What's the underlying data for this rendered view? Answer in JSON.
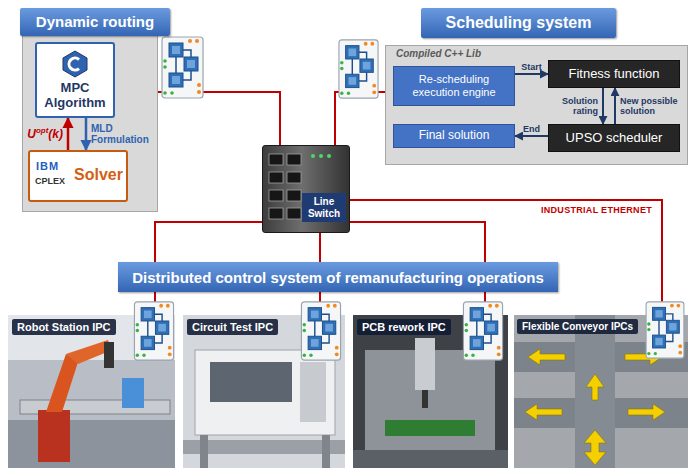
{
  "diagram": {
    "nodes": [
      {
        "text": [
          "Dynamic routing"
        ]
      },
      {
        "text": [
          "MPC Algorithm"
        ],
        "in": 0
      },
      {
        "text": [
          "IBM",
          "CPLEX",
          "Solver"
        ],
        "in": 0
      },
      {
        "text": [
          "Scheduling system",
          "Compiled C++ Lib"
        ]
      },
      {
        "text": [
          "Re-scheduling execution engine"
        ],
        "in": 3
      },
      {
        "text": [
          "Fitness function"
        ],
        "in": 3
      },
      {
        "text": [
          "UPSO scheduler"
        ],
        "in": 3
      },
      {
        "text": [
          "Final solution"
        ],
        "in": 3
      },
      {
        "text": [
          "Line Switch"
        ]
      },
      {
        "text": [
          "Distributed control system of remanufacturing operations"
        ]
      },
      {
        "text": [
          "Robot Station IPC"
        ]
      },
      {
        "text": [
          "Circuit Test IPC"
        ]
      },
      {
        "text": [
          "PCB rework IPC"
        ]
      },
      {
        "text": [
          "Flexible Conveyor IPCs"
        ]
      }
    ],
    "edges": [
      {
        "from": 1,
        "to": 2,
        "label": "MLD Formulation",
        "arrow": "to"
      },
      {
        "from": 2,
        "to": 1,
        "label": "Uopt(k)",
        "arrow": "to"
      },
      {
        "from": 4,
        "to": 5,
        "label": "Start",
        "arrow": "to"
      },
      {
        "from": 5,
        "to": 6,
        "label": "Solution rating",
        "arrow": "to"
      },
      {
        "from": 6,
        "to": 5,
        "label": "New possible solution",
        "arrow": "to"
      },
      {
        "from": 6,
        "to": 7,
        "label": "End",
        "arrow": "to"
      },
      {
        "from": 8,
        "to": 0,
        "arrow": "none"
      },
      {
        "from": 8,
        "to": 3,
        "arrow": "none"
      },
      {
        "from": 8,
        "to": 10,
        "arrow": "none"
      },
      {
        "from": 8,
        "to": 11,
        "arrow": "none"
      },
      {
        "from": 8,
        "to": 12,
        "arrow": "none"
      },
      {
        "from": 8,
        "to": 13,
        "arrow": "none"
      }
    ],
    "labels": [
      "INDUSTRIAL ETHERNET"
    ]
  }
}
